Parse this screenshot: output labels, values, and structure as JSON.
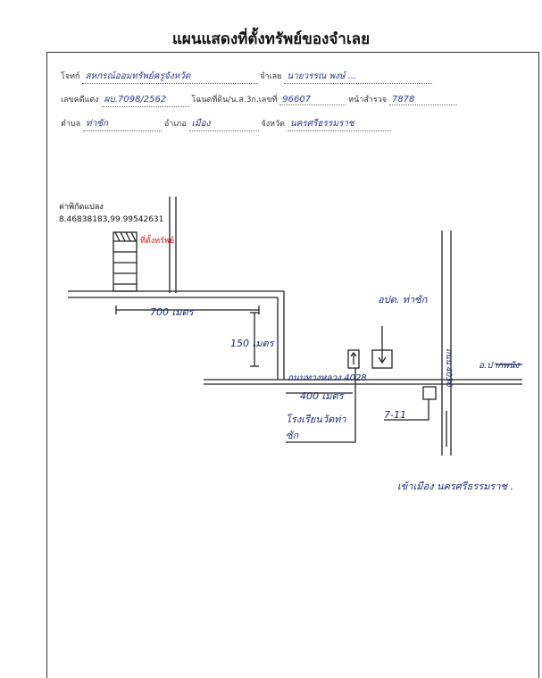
{
  "page_title": "แผนแสดงที่ตั้งทรัพย์ของจำเลย",
  "header": {
    "plaintiff_label": "โจทก์",
    "plaintiff_value": "สหกรณ์ออมทรัพย์ครูจังหวัด",
    "defendant_label": "จำเลย",
    "defendant_value": "นายวรรณ พงษ์ ...",
    "case_label": "เลขคดีแดง",
    "case_value": "ผบ.7098/2562",
    "deed_label": "โฉนดที่ดิน/น.ส.3ก.เลขที่",
    "deed_value": "96607",
    "page_label": "หน้าสำรวจ",
    "page_value": "7878",
    "subdistrict_label": "ตำบล",
    "subdistrict_value": "ท่าซัก",
    "district_label": "อำเภอ",
    "district_value": "เมือง",
    "province_label": "จังหวัด",
    "province_value": "นครศรีธรรมราช"
  },
  "coordinates": {
    "label": "ค่าพิกัดแปลง",
    "value": "8.46838183,99.99542631"
  },
  "map": {
    "property_label": "ที่ตั้งทรัพย์",
    "distance_1": "700 เมตร",
    "distance_2": "150 เมตร",
    "distance_3": "400 เมตร",
    "post_office": "อปต. ท่าซัก",
    "road_label": "ถนนทางหลวง 4028",
    "direction_right": "อ.ปากพนัง",
    "school": "โรงเรียนวัดท่าซัก",
    "store": "7-11",
    "vertical_road": "ถนน 4030",
    "to_city": "เข้าเมือง นครศรีธรรมราช ."
  }
}
